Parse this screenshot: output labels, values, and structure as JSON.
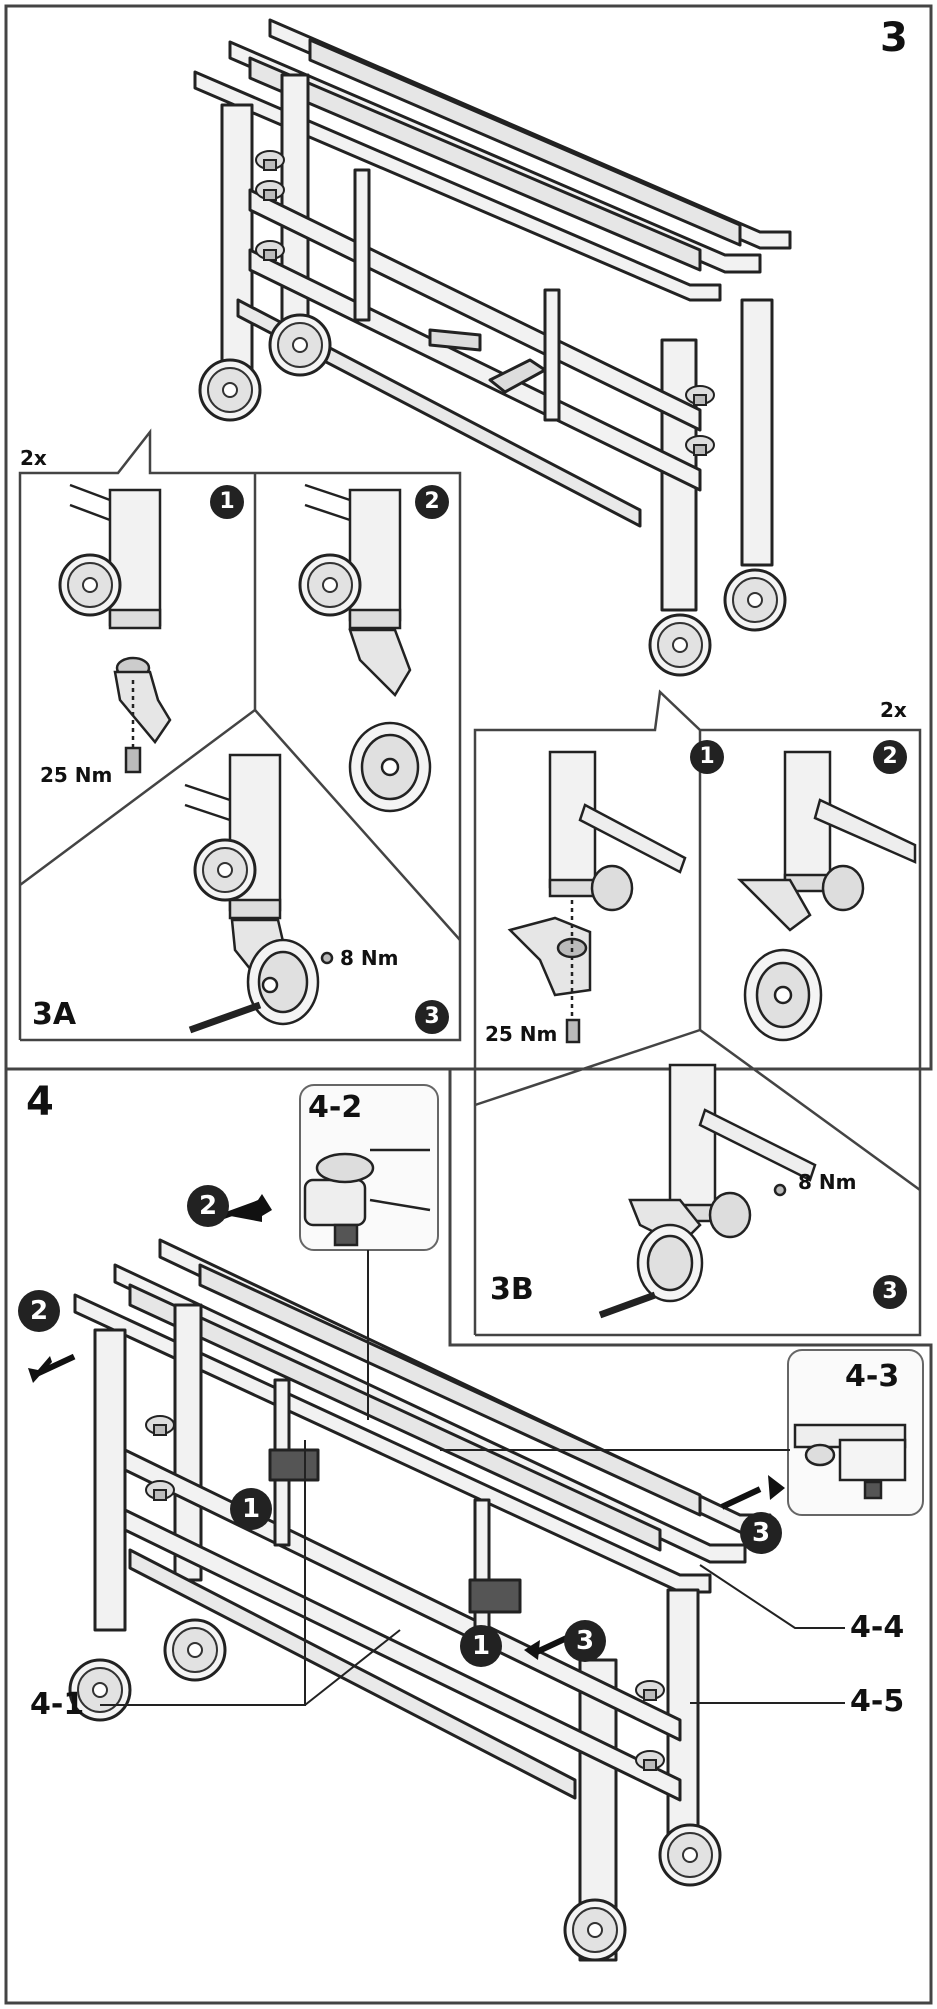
{
  "step3": {
    "number": "3",
    "panel_3a": {
      "label": "3A",
      "qty": "2x",
      "torque_stem": "25 Nm",
      "torque_axle": "8 Nm",
      "steps": [
        "1",
        "2",
        "3"
      ]
    },
    "panel_3b": {
      "label": "3B",
      "qty": "2x",
      "torque_stem": "25 Nm",
      "torque_axle": "8 Nm",
      "steps": [
        "1",
        "2",
        "3"
      ]
    }
  },
  "step4": {
    "number": "4",
    "callouts": {
      "c1": "4-1",
      "c2": "4-2",
      "c3": "4-3",
      "c4": "4-4",
      "c5": "4-5"
    },
    "markers": {
      "m1": "1",
      "m2": "2",
      "m3": "3"
    }
  },
  "colors": {
    "line": "#222222",
    "frame": "#444444",
    "fill_light": "#f2f2f2",
    "fill_mid": "#cfcfcf",
    "fill_dark": "#555555",
    "marker": "#222222"
  }
}
